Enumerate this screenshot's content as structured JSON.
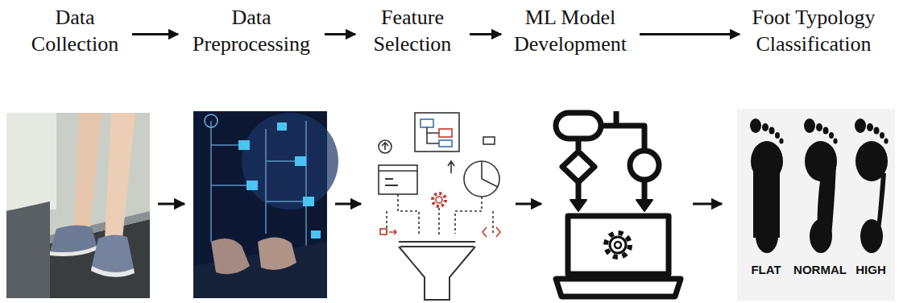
{
  "diagram": {
    "nodes": [
      {
        "text": [
          "Data Collection"
        ]
      },
      {
        "text": [
          "Data Preprocessing"
        ]
      },
      {
        "text": [
          "Feature Selection"
        ]
      },
      {
        "text": [
          "ML Model Development"
        ]
      },
      {
        "text": [
          "Foot Typology Classification"
        ]
      }
    ],
    "edges": [
      {
        "from": 0,
        "to": 1,
        "arrow": "to"
      },
      {
        "from": 1,
        "to": 2,
        "arrow": "to"
      },
      {
        "from": 2,
        "to": 3,
        "arrow": "to"
      },
      {
        "from": 3,
        "to": 4,
        "arrow": "to"
      }
    ],
    "labels": [
      "FLAT",
      "NORMAL",
      "HIGH"
    ]
  }
}
